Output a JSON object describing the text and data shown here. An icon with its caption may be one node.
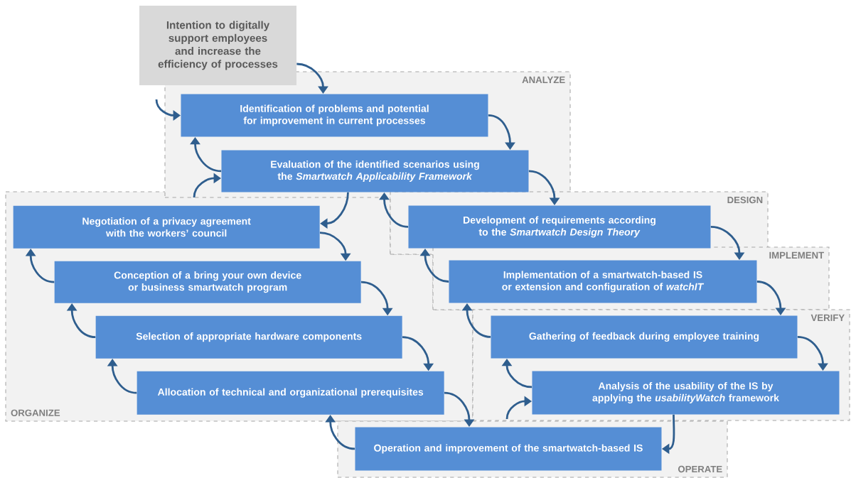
{
  "diagram": {
    "nodes": [
      {
        "text": [
          "Intention to digitally support employees and increase the efficiency of processes"
        ]
      },
      {
        "text": [
          "ANALYZE"
        ]
      },
      {
        "text": [
          "Identification of problems and potential for improvement in current processes"
        ],
        "in": 1
      },
      {
        "text": [
          "Evaluation of the identified scenarios using the *Smartwatch Applicability Framework*"
        ],
        "in": 1
      },
      {
        "text": [
          "ORGANIZE"
        ]
      },
      {
        "text": [
          "Negotiation of a privacy agreement with the workers’ council"
        ],
        "in": 4
      },
      {
        "text": [
          "Conception of a bring your own device or business smartwatch program"
        ],
        "in": 4
      },
      {
        "text": [
          "Selection of appropriate hardware components"
        ],
        "in": 4
      },
      {
        "text": [
          "Allocation of technical and organizational prerequisites"
        ],
        "in": 4
      },
      {
        "text": [
          "DESIGN"
        ]
      },
      {
        "text": [
          "Development of requirements according to the *Smartwatch Design Theory*"
        ],
        "in": 9
      },
      {
        "text": [
          "IMPLEMENT"
        ]
      },
      {
        "text": [
          "Implementation of a smartwatch-based IS or extension and configuration of *watchIT*"
        ],
        "in": 11
      },
      {
        "text": [
          "VERIFY"
        ]
      },
      {
        "text": [
          "Gathering of feedback during employee training"
        ],
        "in": 13
      },
      {
        "text": [
          "Analysis of the usability of the IS by applying the *usabilityWatch* framework"
        ],
        "in": 13
      },
      {
        "text": [
          "OPERATE"
        ]
      },
      {
        "text": [
          "Operation and improvement of the smartwatch-based IS"
        ],
        "in": 16
      }
    ],
    "edges": [
      {
        "from": 0,
        "to": 2,
        "arrow": "to"
      },
      {
        "from": null,
        "to": 2,
        "arrow": "to"
      },
      {
        "from": 2,
        "to": 3,
        "arrow": "to"
      },
      {
        "from": 3,
        "to": 2,
        "arrow": "to"
      },
      {
        "from": null,
        "to": 3,
        "arrow": "to"
      },
      {
        "from": 3,
        "to": 5,
        "arrow": "to"
      },
      {
        "from": 3,
        "to": 10,
        "arrow": "to"
      },
      {
        "from": 10,
        "to": 3,
        "arrow": "to"
      },
      {
        "from": 5,
        "to": 6,
        "arrow": "to"
      },
      {
        "from": 6,
        "to": 5,
        "arrow": "to"
      },
      {
        "from": 6,
        "to": 7,
        "arrow": "to"
      },
      {
        "from": 7,
        "to": 6,
        "arrow": "to"
      },
      {
        "from": 7,
        "to": 8,
        "arrow": "to"
      },
      {
        "from": 8,
        "to": 7,
        "arrow": "to"
      },
      {
        "from": 8,
        "to": 17,
        "arrow": "to"
      },
      {
        "from": 10,
        "to": 12,
        "arrow": "to"
      },
      {
        "from": 12,
        "to": 10,
        "arrow": "to"
      },
      {
        "from": 12,
        "to": 14,
        "arrow": "to"
      },
      {
        "from": 14,
        "to": 12,
        "arrow": "to"
      },
      {
        "from": 14,
        "to": 15,
        "arrow": "to"
      },
      {
        "from": 15,
        "to": 14,
        "arrow": "to"
      },
      {
        "from": null,
        "to": 15,
        "arrow": "to"
      },
      {
        "from": 17,
        "to": 8,
        "arrow": "to"
      },
      {
        "from": 15,
        "to": 17,
        "arrow": "to"
      }
    ]
  }
}
